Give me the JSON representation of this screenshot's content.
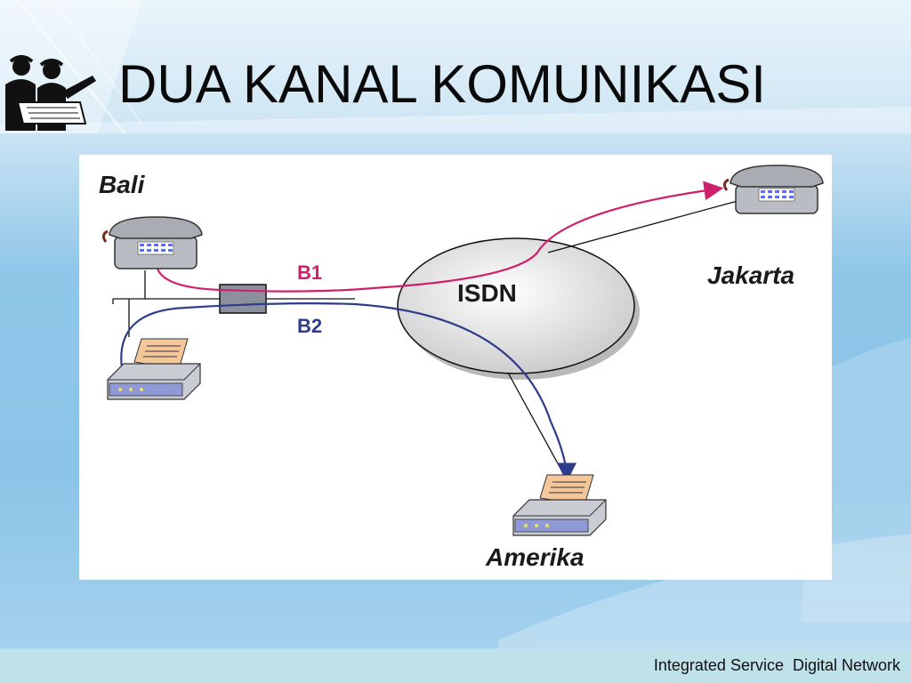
{
  "slide": {
    "title": "DUA KANAL KOMUNIKASI",
    "footer": "Integrated Service  Digital Network"
  },
  "diagram": {
    "nodes": {
      "bali": "Bali",
      "jakarta": "Jakarta",
      "amerika": "Amerika",
      "isdn": "ISDN"
    },
    "channels": {
      "b1": "B1",
      "b2": "B2"
    },
    "colors": {
      "b1": "#d0206a",
      "b2": "#2e3c8c",
      "line": "#111111"
    },
    "icons": [
      "telephone-icon",
      "fax-machine-icon",
      "network-cloud-icon",
      "terminal-adapter-icon"
    ]
  }
}
